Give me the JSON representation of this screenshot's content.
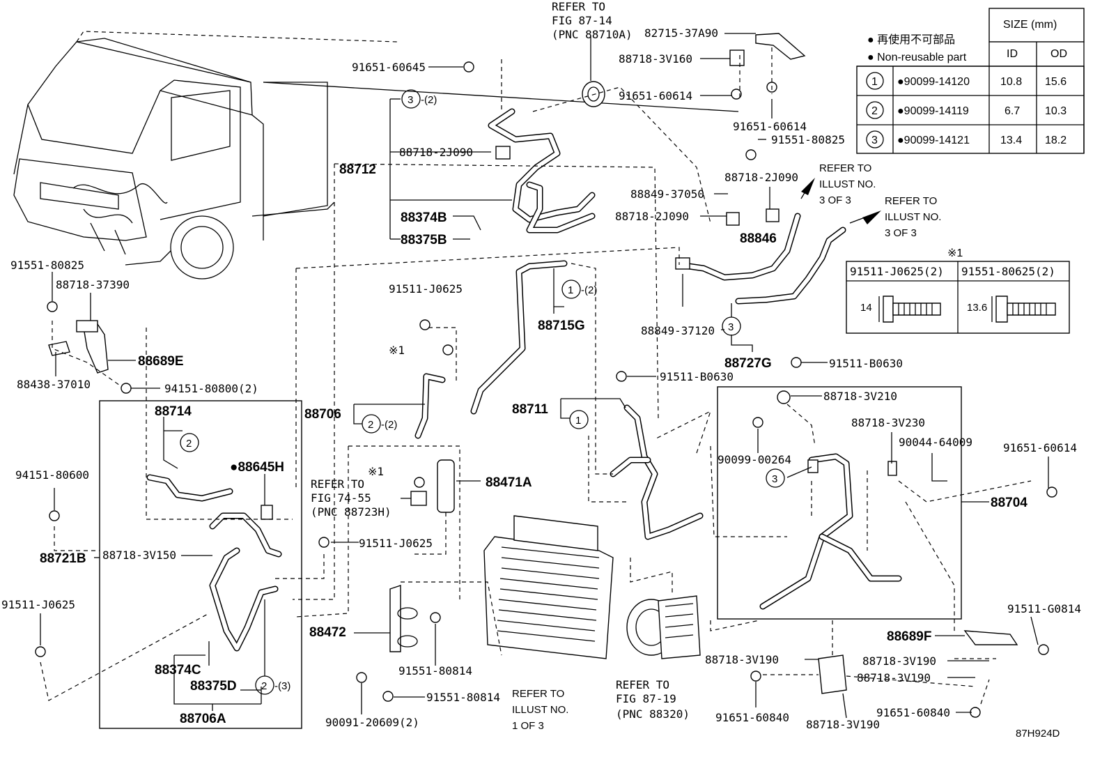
{
  "diagram_code": "87H924D",
  "legend": {
    "jp": "● 再使用不可部品",
    "en": "● Non-reusable part",
    "size_header": "SIZE (mm)",
    "col_id": "ID",
    "col_od": "OD",
    "rows": [
      {
        "no": "1",
        "part": "●90099-14120",
        "id": "10.8",
        "od": "15.6"
      },
      {
        "no": "2",
        "part": "●90099-14119",
        "id": "6.7",
        "od": "10.3"
      },
      {
        "no": "3",
        "part": "●90099-14121",
        "id": "13.4",
        "od": "18.2"
      }
    ]
  },
  "bolt_table": {
    "mark": "※1",
    "left_part": "91511-J0625(2)",
    "right_part": "91551-80625(2)",
    "left_dim": "14",
    "right_dim": "13.6"
  },
  "refers": {
    "fig87_14": [
      "REFER TO",
      "FIG 87-14",
      "(PNC 88710A)"
    ],
    "illust3_a": [
      "REFER TO",
      "ILLUST NO.",
      "3 OF 3"
    ],
    "illust3_b": [
      "REFER TO",
      "ILLUST NO.",
      "3 OF 3"
    ],
    "fig74_55": [
      "REFER TO",
      "FIG 74-55",
      "(PNC 88723H)"
    ],
    "illust1": [
      "REFER TO",
      "ILLUST NO.",
      "1 OF 3"
    ],
    "fig87_19": [
      "REFER TO",
      "FIG 87-19",
      "(PNC 88320)"
    ]
  },
  "callouts": {
    "c_91651_60645": "91651-60645",
    "c_82715": "82715-37A90",
    "c_88718_3V160": "88718-3V160",
    "c_91651_60614_a": "91651-60614",
    "c_91651_60614_b": "91651-60614",
    "c_91551_80825_a": "91551-80825",
    "c_88718_2J090_a": "88718-2J090",
    "c_88718_2J090_b": "88718-2J090",
    "c_88718_2J090_c": "88718-2J090",
    "c_88849_37050": "88849-37050",
    "c_88849_37120": "88849-37120",
    "c_88846": "88846",
    "c_88727G": "88727G",
    "c_88712": "88712",
    "c_88374B": "88374B",
    "c_88375B": "88375B",
    "c_88715G": "88715G",
    "c_91511_J0625_a": "91511-J0625",
    "c_91511_J0625_b": "91511-J0625",
    "c_91511_J0625_c": "91511-J0625",
    "c_mark1_a": "※1",
    "c_mark1_b": "※1",
    "c_88706": "88706",
    "c_88471A": "88471A",
    "c_88711": "88711",
    "c_91511_B0630_a": "91511-B0630",
    "c_91511_B0630_b": "91511-B0630",
    "c_88718_3V210": "88718-3V210",
    "c_88718_3V230": "88718-3V230",
    "c_90044_64009": "90044-64009",
    "c_90099_00264": "90099-00264",
    "c_91651_60614_c": "91651-60614",
    "c_88704": "88704",
    "c_91511_G0814": "91511-G0814",
    "c_88689F": "88689F",
    "c_88718_3V190_a": "88718-3V190",
    "c_88718_3V190_b": "88718-3V190",
    "c_88718_3V190_c": "88718-3V190",
    "c_88718_3V190_d": "88718-3V190",
    "c_91651_60840_a": "91651-60840",
    "c_91651_60840_b": "91651-60840",
    "c_91551_80825_b": "91551-80825",
    "c_88718_37390": "88718-37390",
    "c_88689E": "88689E",
    "c_88438_37010": "88438-37010",
    "c_94151_80800": "94151-80800(2)",
    "c_88714": "88714",
    "c_88645H": "●88645H",
    "c_94151_80600": "94151-80600",
    "c_88721B": "88721B",
    "c_88718_3V150": "88718-3V150",
    "c_88374C": "88374C",
    "c_88375D": "88375D",
    "c_88706A": "88706A",
    "c_88472": "88472",
    "c_91551_80814_a": "91551-80814",
    "c_91551_80814_b": "91551-80814",
    "c_90091_20609": "90091-20609(2)"
  },
  "circles": {
    "n3_top": "3",
    "n3_top_qty": "-(2)",
    "n1_88715": "1",
    "n1_88715_qty": "-(2)",
    "n2_88706": "2",
    "n2_88706_qty": "-(2)",
    "n1_88711": "1",
    "n3_88727": "3",
    "n3_88704": "3",
    "n2_88714": "2",
    "n2_88706A": "2",
    "n2_88706A_qty": "-(3)"
  }
}
